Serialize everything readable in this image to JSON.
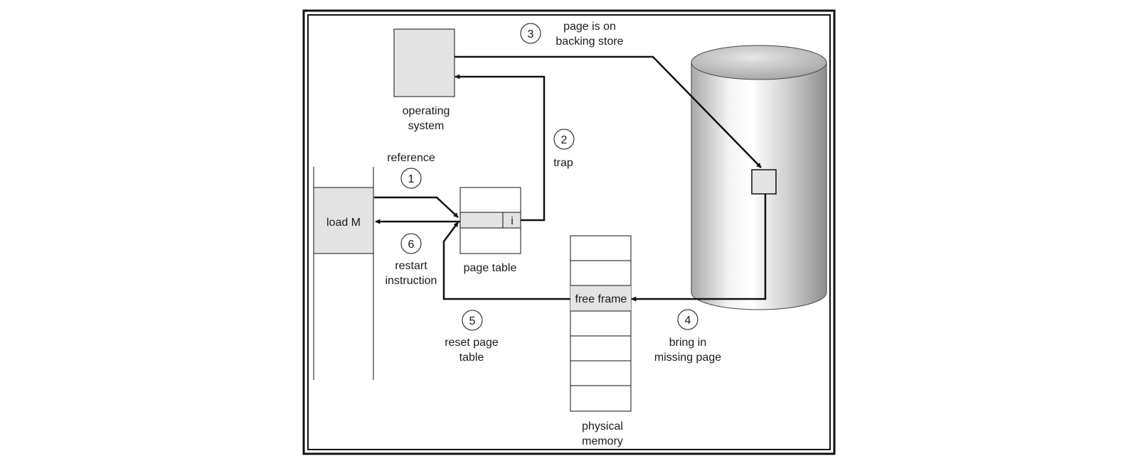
{
  "labels": {
    "os_line1": "operating",
    "os_line2": "system",
    "load": "load M",
    "page_table": "page table",
    "invalid_bit": "i",
    "free_frame": "free frame",
    "phys_line1": "physical",
    "phys_line2": "memory"
  },
  "steps": [
    {
      "num": "1",
      "lines": [
        "reference"
      ]
    },
    {
      "num": "2",
      "lines": [
        "trap"
      ]
    },
    {
      "num": "3",
      "lines": [
        "page is on",
        "backing store"
      ]
    },
    {
      "num": "4",
      "lines": [
        "bring in",
        "missing page"
      ]
    },
    {
      "num": "5",
      "lines": [
        "reset page",
        "table"
      ]
    },
    {
      "num": "6",
      "lines": [
        "restart",
        "instruction"
      ]
    }
  ],
  "colors": {
    "box_fill": "#e3e3e3",
    "line": "#111111"
  }
}
